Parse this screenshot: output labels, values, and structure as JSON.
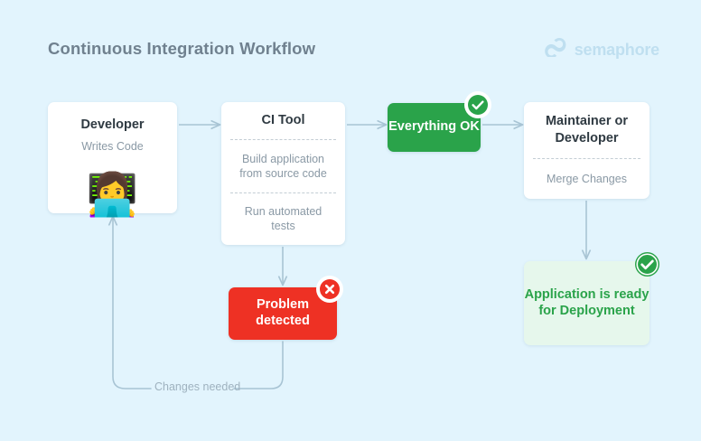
{
  "header": {
    "title": "Continuous Integration Workflow",
    "brand_name": "semaphore",
    "brand_icon": "semaphore-wave-icon"
  },
  "colors": {
    "background": "#e2f4fd",
    "title_text": "#70818f",
    "brand_text": "#bfdff0",
    "card_bg": "#ffffff",
    "card_title_text": "#2f3a42",
    "card_sub_text": "#8a99a5",
    "success_green": "#2aa34a",
    "success_light_bg": "#e6f7ec",
    "error_red": "#ee3124",
    "connector_line": "#a8c4d4",
    "divider_dashed": "#c3cdd4"
  },
  "nodes": {
    "developer": {
      "title": "Developer",
      "subtitle": "Writes Code",
      "avatar_emoji": "👩‍💻",
      "avatar_name": "woman-technologist-emoji"
    },
    "ci_tool": {
      "title": "CI Tool",
      "step_1": "Build application from source code",
      "step_2": "Run automated tests"
    },
    "everything_ok": {
      "label": "Everything OK",
      "badge_icon": "check-circle-icon"
    },
    "maintainer": {
      "title": "Maintainer or Developer",
      "subtitle": "Merge Changes"
    },
    "problem_detected": {
      "label": "Problem detected",
      "badge_icon": "x-circle-icon"
    },
    "application_ready": {
      "label": "Application is ready for Deployment",
      "badge_icon": "check-circle-icon"
    }
  },
  "edges": {
    "feedback_label": "Changes needed"
  }
}
